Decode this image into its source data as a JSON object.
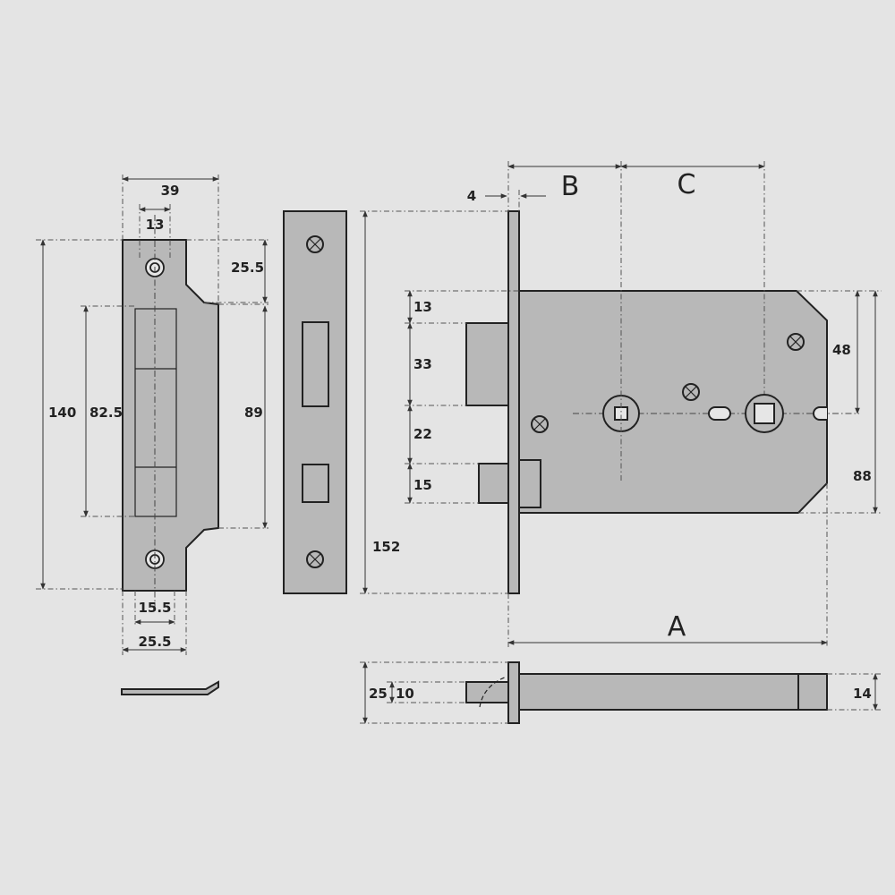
{
  "colors": {
    "background": "#e4e4e4",
    "part_fill": "#b8b8b8",
    "line": "#222222"
  },
  "strike_plate": {
    "width_39": "39",
    "hole_13": "13",
    "top_25_5": "25.5",
    "height_140": "140",
    "opening_82_5": "82.5",
    "lip_89": "89",
    "bottom_15_5": "15.5",
    "bottom_25_5": "25.5"
  },
  "lock_body": {
    "forend_4": "4",
    "label_b": "B",
    "label_c": "C",
    "label_a": "A",
    "latch_top_13": "13",
    "latch_33": "33",
    "gap_22": "22",
    "bolt_15": "15",
    "height_152": "152",
    "follower_48": "48",
    "case_88": "88"
  },
  "side_view": {
    "forend_25": "25",
    "bolt_10": "10",
    "case_14": "14"
  }
}
